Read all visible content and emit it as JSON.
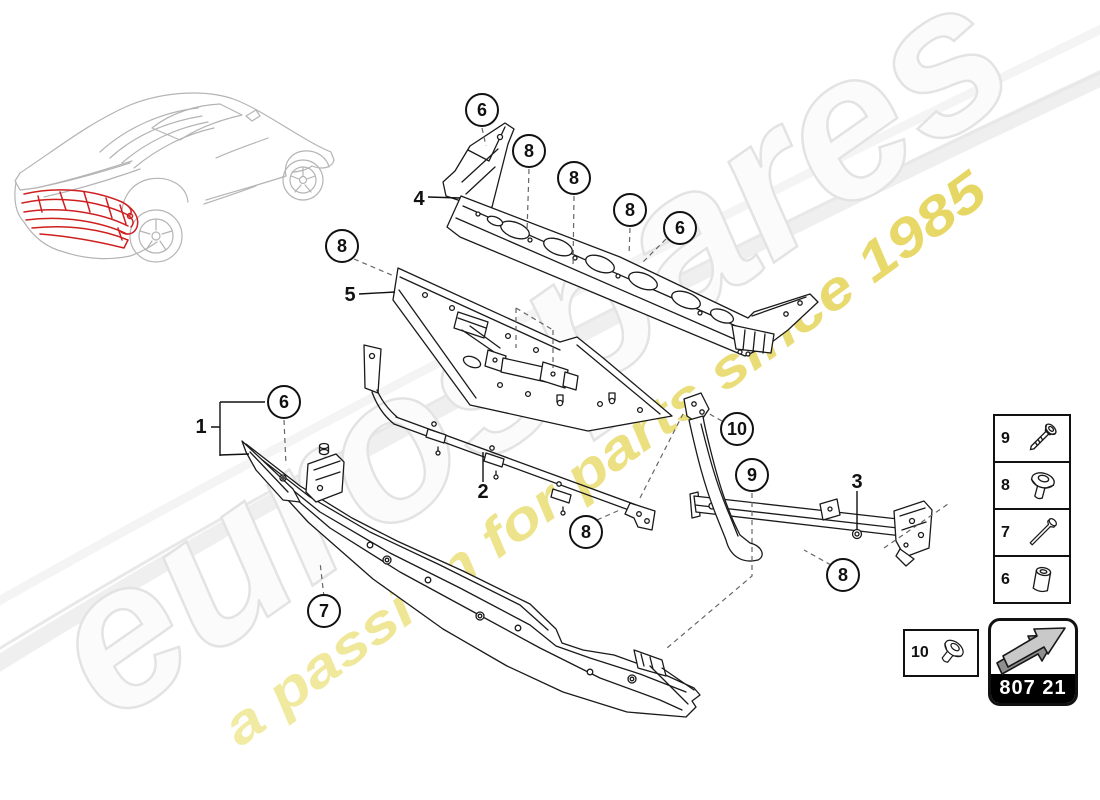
{
  "watermark": {
    "brand": "eurospares",
    "tagline": "a passion for parts since 1985"
  },
  "vehicle": {
    "name": "lamborghini-rear-three-quarter-lineart",
    "highlight_color": "#cf1f1f"
  },
  "diagram": {
    "callouts": [
      {
        "label": "8"
      },
      {
        "label": "6"
      },
      {
        "label": "8"
      },
      {
        "label": "8"
      },
      {
        "label": "8"
      },
      {
        "label": "6"
      },
      {
        "label": "6"
      },
      {
        "label": "8"
      },
      {
        "label": "10"
      },
      {
        "label": "9"
      },
      {
        "label": "8"
      },
      {
        "label": "7"
      }
    ],
    "part_labels": [
      {
        "label": "1"
      },
      {
        "label": "2"
      },
      {
        "label": "3"
      },
      {
        "label": "4"
      },
      {
        "label": "5"
      }
    ]
  },
  "legend": {
    "items": [
      {
        "label": "9",
        "icon": "countersunk-screw"
      },
      {
        "label": "8",
        "icon": "flange-head-screw"
      },
      {
        "label": "7",
        "icon": "long-bolt"
      },
      {
        "label": "6",
        "icon": "spacer-sleeve"
      }
    ],
    "extra": {
      "label": "10",
      "icon": "flange-head-screw"
    },
    "part_code": "807 21"
  }
}
